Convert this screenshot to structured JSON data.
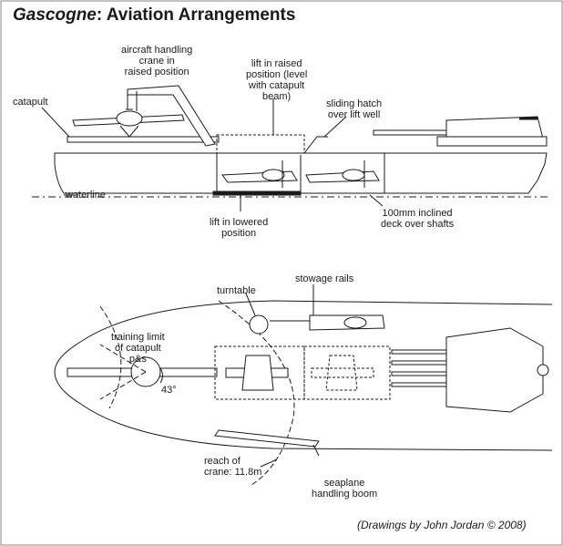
{
  "title": {
    "ship_name": "Gascogne",
    "rest": ": Aviation Arrangements"
  },
  "labels": {
    "catapult": "catapult",
    "crane_raised": "aircraft handling\ncrane in\nraised position",
    "lift_raised": "lift in raised\nposition (level\nwith catapult\nbeam)",
    "sliding_hatch": "sliding hatch\nover lift well",
    "waterline": "waterline",
    "lift_lowered": "lift in lowered\nposition",
    "inclined_deck": "100mm inclined\ndeck over shafts",
    "stowage_rails": "stowage rails",
    "turntable": "turntable",
    "training_limit": "training limit\nof catapult\np&s",
    "angle": "43°",
    "crane_reach": "reach of\ncrane: 11.8m",
    "seaplane_boom": "seaplane\nhandling boom"
  },
  "credit": "(Drawings by John Jordan © 2008)",
  "colors": {
    "line": "#1a1a1a",
    "background": "#ffffff"
  }
}
